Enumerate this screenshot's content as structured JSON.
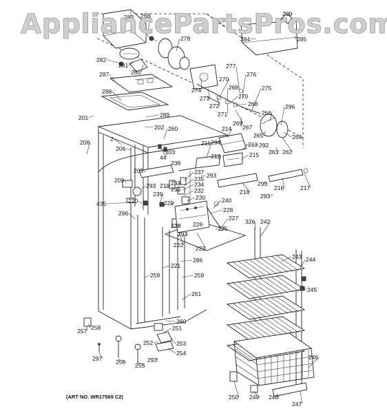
{
  "watermark": "AppliancePartsPros.com",
  "art_number": "(ART NO. WR17569 C2)",
  "callouts": [
    {
      "id": "283"
    },
    {
      "id": "268a",
      "text": "268"
    },
    {
      "id": "290"
    },
    {
      "id": "278"
    },
    {
      "id": "284"
    },
    {
      "id": "285"
    },
    {
      "id": "282"
    },
    {
      "id": "281"
    },
    {
      "id": "280"
    },
    {
      "id": "277"
    },
    {
      "id": "276"
    },
    {
      "id": "287"
    },
    {
      "id": "270a",
      "text": "270"
    },
    {
      "id": "268b",
      "text": "268"
    },
    {
      "id": "275"
    },
    {
      "id": "274"
    },
    {
      "id": "273"
    },
    {
      "id": "270b",
      "text": "270"
    },
    {
      "id": "288"
    },
    {
      "id": "272"
    },
    {
      "id": "268c",
      "text": "268"
    },
    {
      "id": "271"
    },
    {
      "id": "296"
    },
    {
      "id": "266"
    },
    {
      "id": "289"
    },
    {
      "id": "269"
    },
    {
      "id": "201"
    },
    {
      "id": "267"
    },
    {
      "id": "202"
    },
    {
      "id": "260a",
      "text": "260"
    },
    {
      "id": "214"
    },
    {
      "id": "265"
    },
    {
      "id": "264"
    },
    {
      "id": "2"
    },
    {
      "id": "294"
    },
    {
      "id": "292"
    },
    {
      "id": "208"
    },
    {
      "id": "206"
    },
    {
      "id": "203"
    },
    {
      "id": "211"
    },
    {
      "id": "213"
    },
    {
      "id": "263"
    },
    {
      "id": "262"
    },
    {
      "id": "44"
    },
    {
      "id": "212"
    },
    {
      "id": "215"
    },
    {
      "id": "236"
    },
    {
      "id": "205"
    },
    {
      "id": "237"
    },
    {
      "id": "293a",
      "text": "293"
    },
    {
      "id": "235"
    },
    {
      "id": "209"
    },
    {
      "id": "233"
    },
    {
      "id": "234"
    },
    {
      "id": "295"
    },
    {
      "id": "216"
    },
    {
      "id": "217"
    },
    {
      "id": "219"
    },
    {
      "id": "293b",
      "text": "293"
    },
    {
      "id": "231"
    },
    {
      "id": "232"
    },
    {
      "id": "218"
    },
    {
      "id": "293c",
      "text": "293"
    },
    {
      "id": "435"
    },
    {
      "id": "239"
    },
    {
      "id": "230"
    },
    {
      "id": "220"
    },
    {
      "id": "229"
    },
    {
      "id": "240"
    },
    {
      "id": "228"
    },
    {
      "id": "286a",
      "text": "286"
    },
    {
      "id": "227"
    },
    {
      "id": "326"
    },
    {
      "id": "242"
    },
    {
      "id": "238"
    },
    {
      "id": "226"
    },
    {
      "id": "225"
    },
    {
      "id": "222"
    },
    {
      "id": "293d",
      "text": "293"
    },
    {
      "id": "223"
    },
    {
      "id": "243"
    },
    {
      "id": "244"
    },
    {
      "id": "286b",
      "text": "286"
    },
    {
      "id": "221"
    },
    {
      "id": "259a",
      "text": "259"
    },
    {
      "id": "259b",
      "text": "259"
    },
    {
      "id": "245"
    },
    {
      "id": "261"
    },
    {
      "id": "260b",
      "text": "260"
    },
    {
      "id": "258"
    },
    {
      "id": "257"
    },
    {
      "id": "251"
    },
    {
      "id": "252"
    },
    {
      "id": "253"
    },
    {
      "id": "254"
    },
    {
      "id": "246"
    },
    {
      "id": "297"
    },
    {
      "id": "256"
    },
    {
      "id": "293e",
      "text": "293"
    },
    {
      "id": "255"
    },
    {
      "id": "250"
    },
    {
      "id": "249"
    },
    {
      "id": "248"
    },
    {
      "id": "247"
    }
  ]
}
